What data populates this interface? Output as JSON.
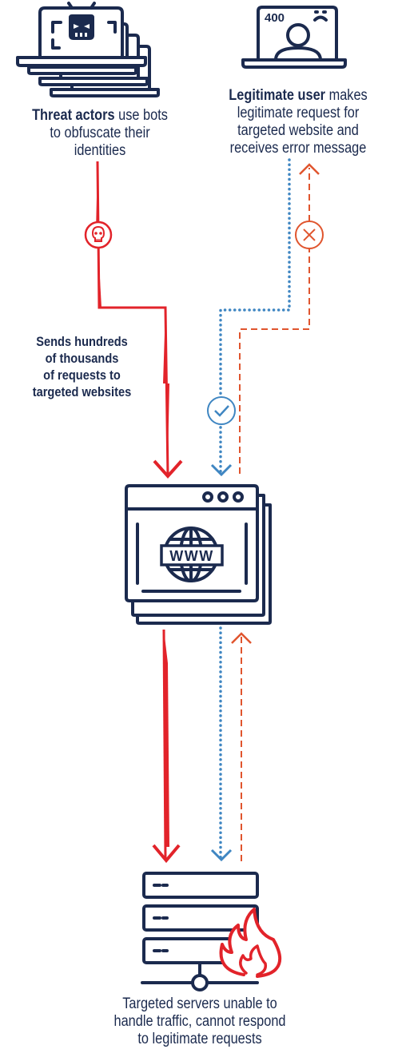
{
  "colors": {
    "navy": "#1b2a4e",
    "attack_red": "#e2232a",
    "legit_blue": "#3f86c2",
    "error_orange": "#e0552e"
  },
  "icons": {
    "bots": "bot-laptop-stack-icon",
    "user": "user-laptop-icon",
    "skull": "skull-icon",
    "check": "check-icon",
    "error": "x-icon",
    "website": "website-window-stack-icon",
    "globe": "globe-icon",
    "servers": "server-stack-icon",
    "fire": "fire-icon"
  },
  "bots": {
    "bold": "Threat actors",
    "rest": " use bots",
    "line2": "to obfuscate their",
    "line3": "identities"
  },
  "user": {
    "screen_code": "400",
    "bold": "Legitimate user",
    "rest": " makes",
    "line2": "legitimate request for",
    "line3": "targeted website and",
    "line4": "receives error message"
  },
  "attack": {
    "line1": "Sends hundreds",
    "line2": "of thousands",
    "line3": "of requests to",
    "line4": "targeted websites"
  },
  "website": {
    "label": "WWW"
  },
  "servers": {
    "line1": "Targeted servers unable to",
    "line2": "handle traffic, cannot respond",
    "line3": "to legitimate requests"
  }
}
